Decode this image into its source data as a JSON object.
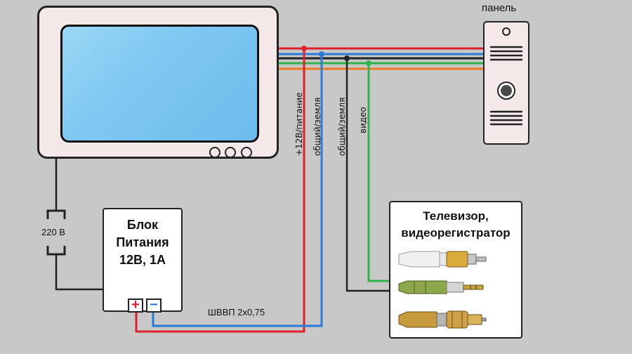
{
  "panel": {
    "title": "панель"
  },
  "power_supply": {
    "line1": "Блок",
    "line2": "Питания",
    "line3": "12В, 1А",
    "plus": "+",
    "minus": "−"
  },
  "receiver": {
    "line1": "Телевизор,",
    "line2": "видеорегистратор"
  },
  "mains_label": "220 В",
  "cable_label": "ШВВП 2х0,75",
  "wire_labels": {
    "power": "+12В/питание",
    "ground1": "общий/земля",
    "ground2": "общий/земля",
    "video": "видео"
  },
  "colors": {
    "power_wire": "#e0202a",
    "ground_wire": "#2a7ad6",
    "common_wire": "#222222",
    "video_wire": "#2eb54a",
    "spare_wire": "#f07a1e",
    "background": "#c8c8c8",
    "monitor_screen": "#7fc8f2"
  },
  "icons": [
    "rca-plug-icon",
    "minijack-plug-icon",
    "bnc-plug-icon"
  ]
}
